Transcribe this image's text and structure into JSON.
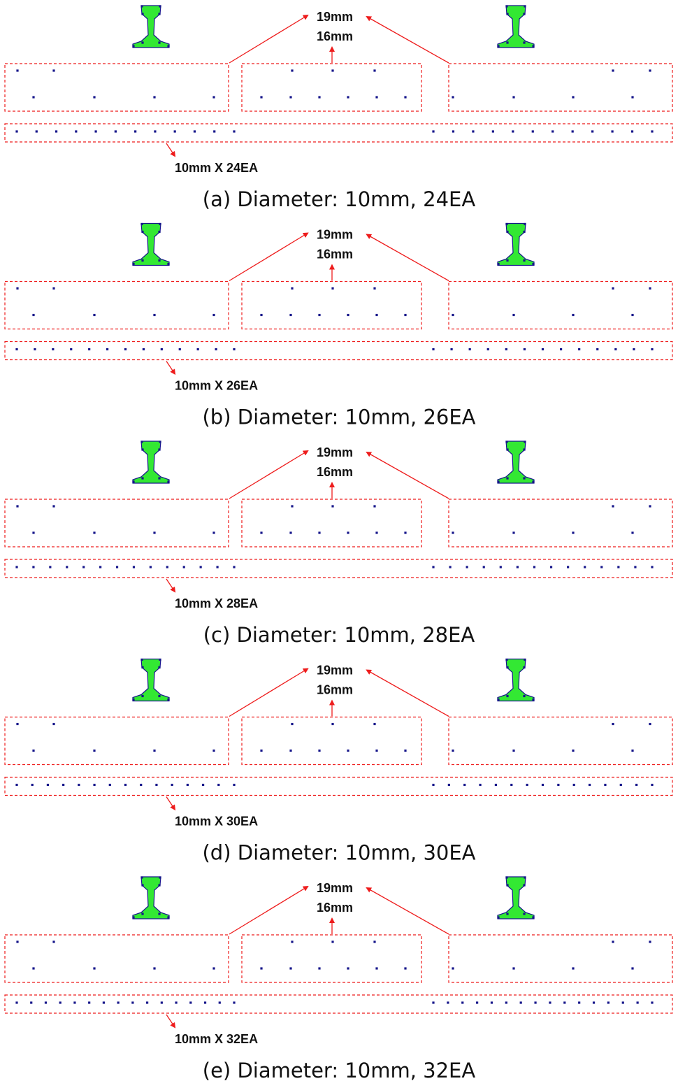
{
  "colors": {
    "box": "#ee1c1c",
    "rail": "#33e833",
    "dot": "#16168a"
  },
  "icons": {
    "rail": "rail-section-icon"
  },
  "panels": [
    {
      "caption": "(a) Diameter: 10mm, 24EA",
      "top_label": "19mm",
      "mid_label": "16mm",
      "bar_label": "10mm X 24EA",
      "bar_count": 24
    },
    {
      "caption": "(b) Diameter: 10mm, 26EA",
      "top_label": "19mm",
      "mid_label": "16mm",
      "bar_label": "10mm X 26EA",
      "bar_count": 26
    },
    {
      "caption": "(c) Diameter: 10mm, 28EA",
      "top_label": "19mm",
      "mid_label": "16mm",
      "bar_label": "10mm X 28EA",
      "bar_count": 28
    },
    {
      "caption": "(d) Diameter: 10mm, 30EA",
      "top_label": "19mm",
      "mid_label": "16mm",
      "bar_label": "10mm X 30EA",
      "bar_count": 30
    },
    {
      "caption": "(e) Diameter: 10mm, 32EA",
      "top_label": "19mm",
      "mid_label": "16mm",
      "bar_label": "10mm X 32EA",
      "bar_count": 32
    }
  ]
}
